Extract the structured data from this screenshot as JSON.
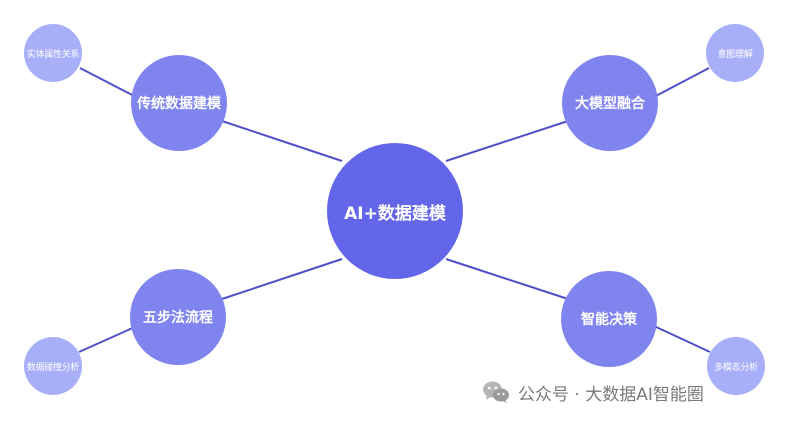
{
  "diagram": {
    "center": "AI+数据建模",
    "branches": [
      {
        "label": "传统数据建模",
        "leaf": "实体属性关系"
      },
      {
        "label": "大模型融合",
        "leaf": "意图理解"
      },
      {
        "label": "五步法流程",
        "leaf": "数据碰撞分析"
      },
      {
        "label": "智能决策",
        "leaf": "多模态分析"
      }
    ]
  },
  "watermark": {
    "icon": "wechat-icon",
    "text": "公众号 · 大数据AI智能圈"
  },
  "colors": {
    "center": "#6366e8",
    "branch": "#7f84ef",
    "leaf": "#a8aff9",
    "line": "#4f4fc9"
  }
}
